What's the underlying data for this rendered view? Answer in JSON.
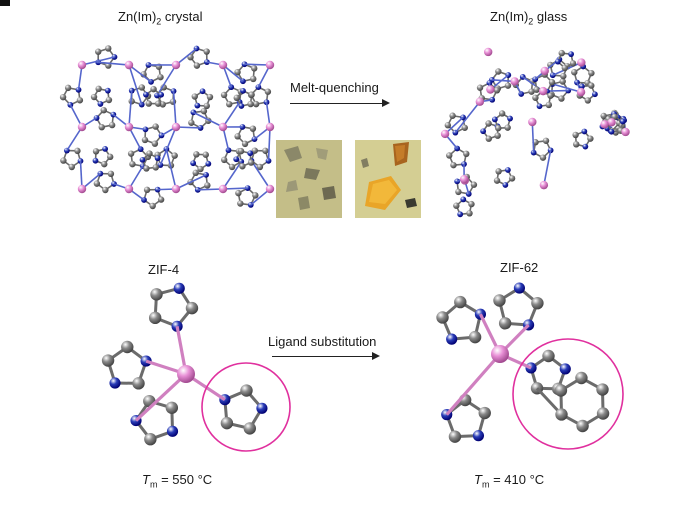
{
  "panel_top": {
    "crystal": {
      "name": "Zn(Im)",
      "sub": "2",
      "suffix": " crystal"
    },
    "glass": {
      "name": "Zn(Im)",
      "sub": "2",
      "suffix": " glass"
    },
    "process": "Melt-quenching"
  },
  "panel_bottom": {
    "left": {
      "name": "ZIF-4",
      "tm_symbol": "T",
      "tm_sub": "m",
      "tm_value": " = 550 °C"
    },
    "right": {
      "name": "ZIF-62",
      "tm_symbol": "T",
      "tm_sub": "m",
      "tm_value": " = 410 °C"
    },
    "process": "Ligand substitution"
  },
  "colors": {
    "zinc": "#e890d6",
    "nitrogen": "#2a3db8",
    "carbon": "#8a8a8a",
    "highlight": "#e0309e",
    "photo_left_bg": "#c9c38c",
    "photo_right_bg": "#d8d295",
    "glass_shard": "#f0b030"
  }
}
